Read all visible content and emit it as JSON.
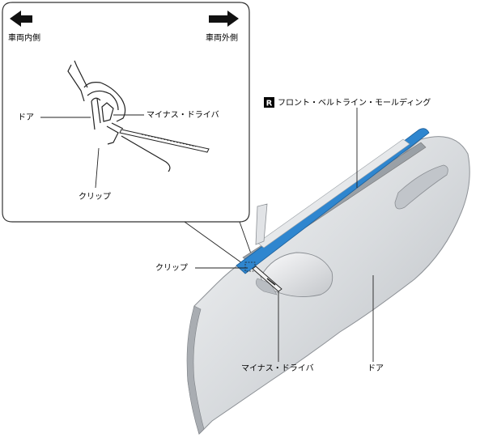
{
  "inset": {
    "left_arrow_label": "車両内側",
    "right_arrow_label": "車両外側",
    "door_label": "ドア",
    "screwdriver_label": "マイナス・ドライバ",
    "clip_label": "クリップ"
  },
  "main": {
    "part_badge": "R",
    "part_label": "フロント・ベルトライン・モールディング",
    "clip_label": "クリップ",
    "screwdriver_label": "マイナス・ドライバ",
    "door_label": "ドア"
  },
  "colors": {
    "molding_blue": "#2f86cf",
    "door_gray": "#cfd2d6",
    "badge_bg": "#000000"
  }
}
